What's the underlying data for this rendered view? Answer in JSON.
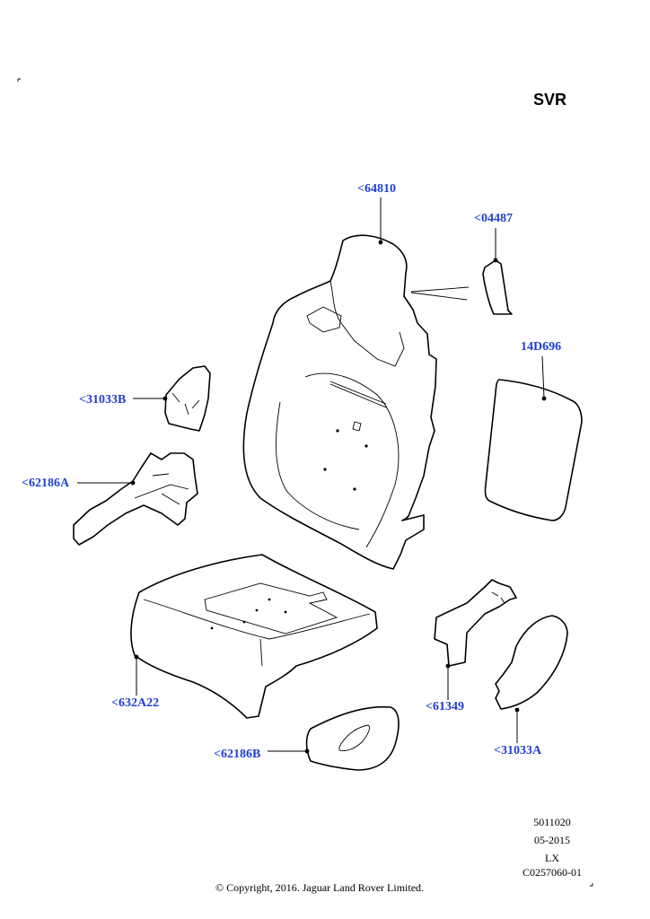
{
  "badge": "SVR",
  "callouts": {
    "backrest": "<64810",
    "trim_insert": "<04487",
    "back_panel": "14D696",
    "bracket_left_upper": "<31033B",
    "bracket_left_lower": "<62186A",
    "cushion": "<632A22",
    "bracket_right": "<61349",
    "cover_right": "<31033A",
    "side_pad": "<62186B"
  },
  "meta": {
    "group": "5011020",
    "date": "05-2015",
    "code": "LX",
    "illustration": "C0257060-01"
  },
  "copyright": "© Copyright, 2016. Jaguar Land Rover Limited."
}
